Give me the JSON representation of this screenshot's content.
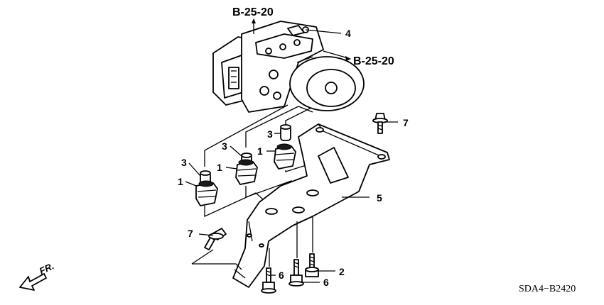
{
  "references": {
    "top": "B-25-20",
    "right": "B-25-20"
  },
  "callouts": {
    "c1a": "1",
    "c1b": "1",
    "c1c": "1",
    "c2": "2",
    "c3a": "3",
    "c3b": "3",
    "c3c": "3",
    "c4": "4",
    "c5": "5",
    "c6a": "6",
    "c6b": "6",
    "c7a": "7",
    "c7b": "7"
  },
  "direction": {
    "label": "FR."
  },
  "diagram_code": "SDA4−B2420"
}
